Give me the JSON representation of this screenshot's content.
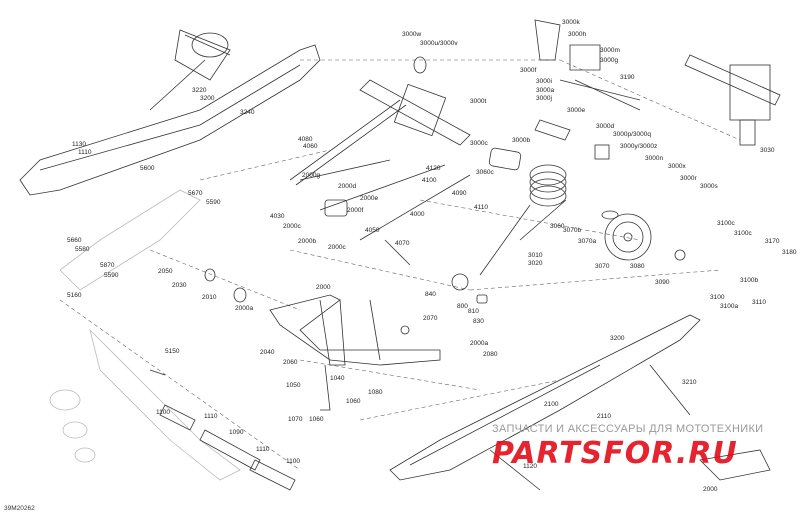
{
  "diagram_code": "39M20262",
  "watermark": {
    "line1": "ЗАПЧАСТИ И АКСЕССУАРЫ ДЛЯ МОТОТЕХНИКИ",
    "line2": "PARTSFOR.RU"
  },
  "labels": [
    "3000w",
    "3000u/3000v",
    "3000t",
    "3000k",
    "3000h",
    "3000m",
    "3000g",
    "3000f",
    "3000i",
    "3000a",
    "3000j",
    "3190",
    "3220",
    "3200",
    "3240",
    "4080",
    "4060",
    "1130",
    "1110",
    "3000b",
    "3000e",
    "3000d",
    "3000p/3000q",
    "3000y/3000z",
    "3000n",
    "3000x",
    "3000r",
    "3000s",
    "3030",
    "3000c",
    "2000g",
    "2000d",
    "2000e",
    "2000f",
    "4120",
    "4100",
    "3060c",
    "4090",
    "4110",
    "5600",
    "5670",
    "5590",
    "4030",
    "2000c",
    "2000b",
    "2000c",
    "4050",
    "4070",
    "4000",
    "3060",
    "3070b",
    "3070a",
    "3010",
    "3020",
    "3070",
    "3080",
    "3090",
    "3100c",
    "3100c",
    "3170",
    "3180",
    "5660",
    "5580",
    "5870",
    "5590",
    "2050",
    "2030",
    "2010",
    "2000a",
    "3100b",
    "3100",
    "3110",
    "3100a",
    "5160",
    "840",
    "800",
    "810",
    "830",
    "2000",
    "2070",
    "2040",
    "2060",
    "2000a",
    "2080",
    "3200",
    "5150",
    "1050",
    "1040",
    "1080",
    "1060",
    "3210",
    "2100",
    "2110",
    "1100",
    "1110",
    "1090",
    "1070",
    "1060",
    "1110",
    "1100",
    "1120",
    "2000"
  ]
}
